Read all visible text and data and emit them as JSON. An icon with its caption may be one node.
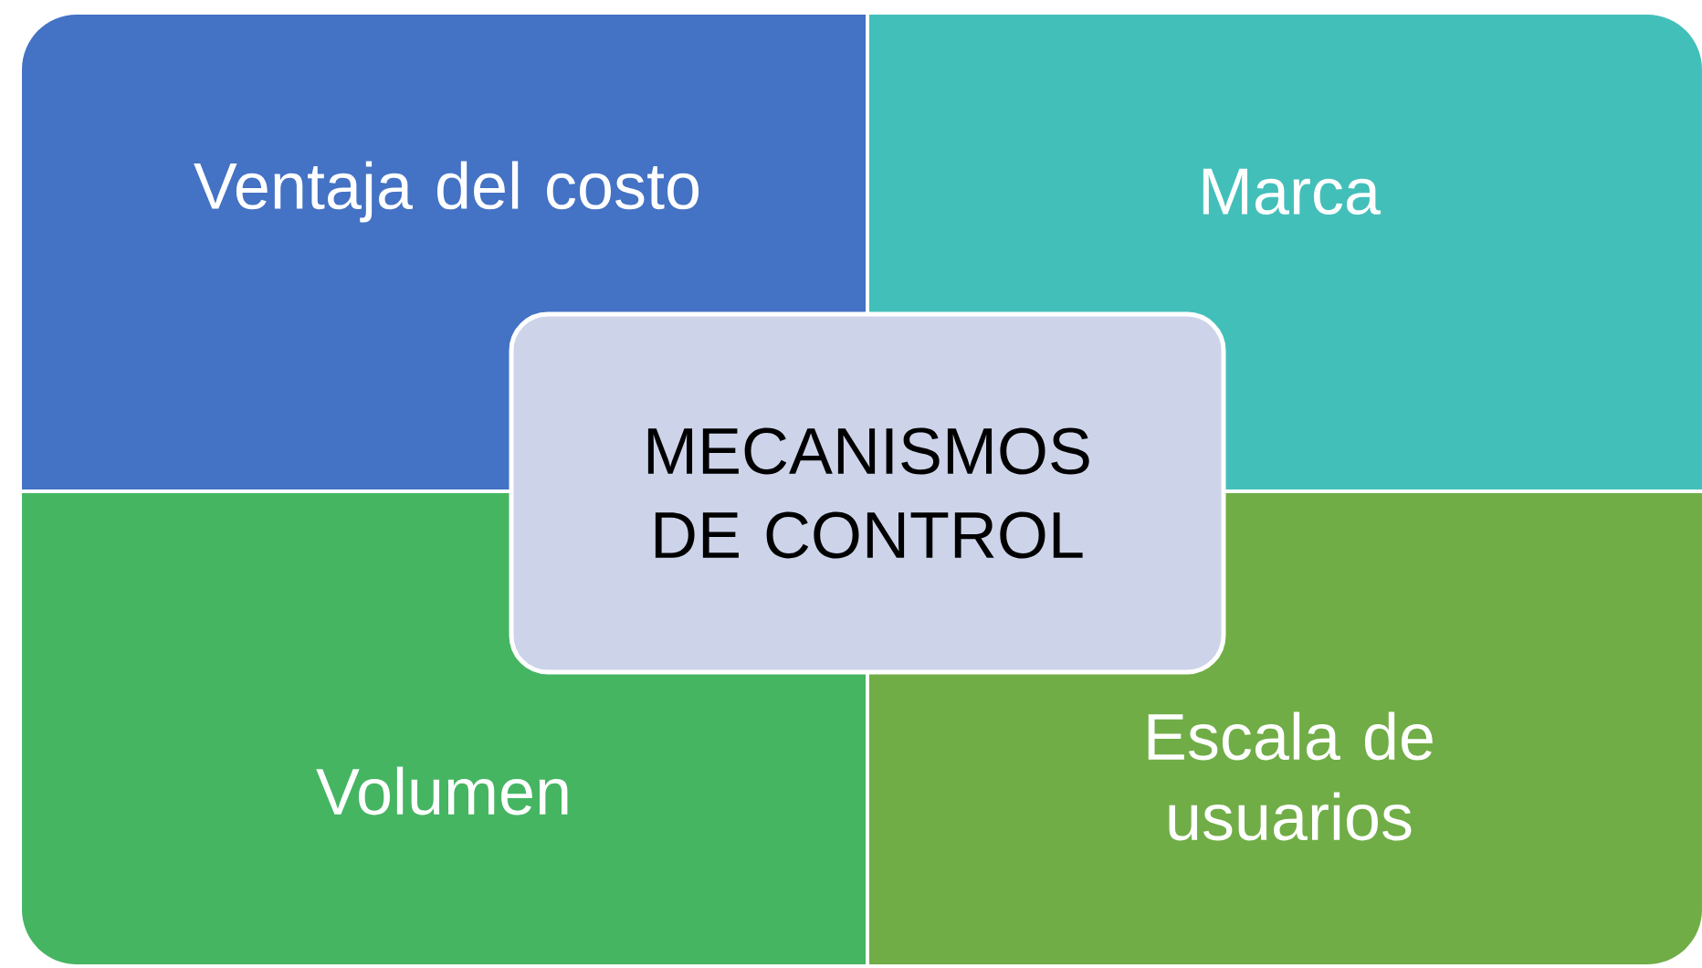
{
  "diagram": {
    "nodes": [
      {
        "text": [
          "Ventaja del costo"
        ]
      },
      {
        "text": [
          "Marca"
        ]
      },
      {
        "text": [
          "MECANISMOS DE CONTROL"
        ]
      },
      {
        "text": [
          "Volumen"
        ]
      },
      {
        "text": [
          "Escala de usuarios"
        ]
      }
    ]
  }
}
